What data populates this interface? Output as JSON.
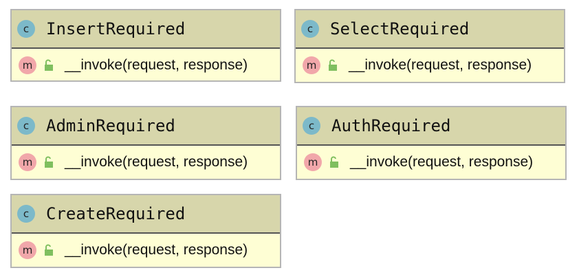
{
  "classes": [
    {
      "name": "InsertRequired",
      "class_badge": "c",
      "methods": [
        {
          "badge": "m",
          "icon": "unlocked-public-icon",
          "signature": "__invoke(request, response)"
        }
      ]
    },
    {
      "name": "SelectRequired",
      "class_badge": "c",
      "methods": [
        {
          "badge": "m",
          "icon": "unlocked-public-icon",
          "signature": "__invoke(request, response)"
        }
      ]
    },
    {
      "name": "AdminRequired",
      "class_badge": "c",
      "methods": [
        {
          "badge": "m",
          "icon": "unlocked-public-icon",
          "signature": "__invoke(request, response)"
        }
      ]
    },
    {
      "name": "AuthRequired",
      "class_badge": "c",
      "methods": [
        {
          "badge": "m",
          "icon": "unlocked-public-icon",
          "signature": "__invoke(request, response)"
        }
      ]
    },
    {
      "name": "CreateRequired",
      "class_badge": "c",
      "methods": [
        {
          "badge": "m",
          "icon": "unlocked-public-icon",
          "signature": "__invoke(request, response)"
        }
      ]
    }
  ],
  "colors": {
    "header_bg": "#d7d6ab",
    "body_bg": "#fefed4",
    "class_badge": "#7cb9c9",
    "method_badge": "#f1a7aa",
    "lock_icon": "#7fbf5f"
  }
}
